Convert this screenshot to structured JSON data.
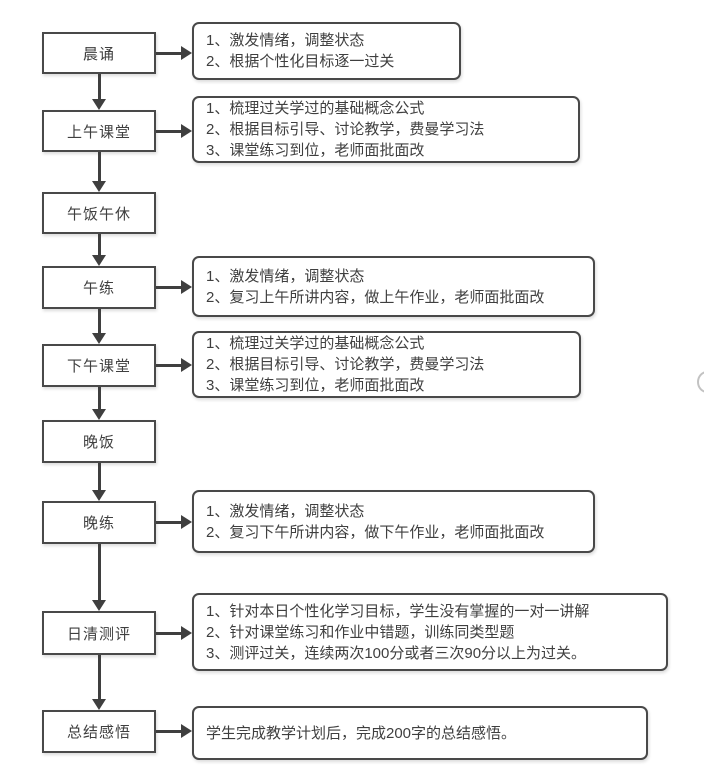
{
  "diagram": {
    "type": "flowchart",
    "accent_color": "#494949",
    "background_color": "#ffffff",
    "nodes": [
      {
        "label": "晨诵",
        "details": [
          "1、激发情绪，调整状态",
          "2、根据个性化目标逐一过关"
        ]
      },
      {
        "label": "上午课堂",
        "details": [
          "1、梳理过关学过的基础概念公式",
          "2、根据目标引导、讨论教学，费曼学习法",
          "3、课堂练习到位，老师面批面改"
        ]
      },
      {
        "label": "午饭午休",
        "details": []
      },
      {
        "label": "午练",
        "details": [
          "1、激发情绪，调整状态",
          "2、复习上午所讲内容，做上午作业，老师面批面改"
        ]
      },
      {
        "label": "下午课堂",
        "details": [
          "1、梳理过关学过的基础概念公式",
          "2、根据目标引导、讨论教学，费曼学习法",
          "3、课堂练习到位，老师面批面改"
        ]
      },
      {
        "label": "晚饭",
        "details": []
      },
      {
        "label": "晚练",
        "details": [
          "1、激发情绪，调整状态",
          "2、复习下午所讲内容，做下午作业，老师面批面改"
        ]
      },
      {
        "label": "日清测评",
        "details": [
          "1、针对本日个性化学习目标，学生没有掌握的一对一讲解",
          "2、针对课堂练习和作业中错题，训练同类型题",
          "3、测评过关，连续两次100分或者三次90分以上为过关。"
        ]
      },
      {
        "label": "总结感悟",
        "details": [
          "学生完成教学计划后，完成200字的总结感悟。"
        ]
      }
    ]
  }
}
